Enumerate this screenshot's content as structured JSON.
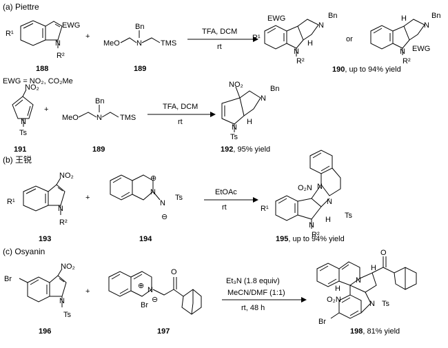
{
  "sections": [
    {
      "title": "(a) Piettre",
      "ewg_note": "EWG = NO₂, CO₂Me",
      "rows": [
        {
          "reactant1": {
            "labels": [
              "EWG",
              "R¹",
              "N",
              "R²"
            ],
            "number": "188"
          },
          "reactant2": {
            "labels": [
              "Bn",
              "MeO",
              "N",
              "TMS"
            ],
            "number": "189"
          },
          "plus": "+",
          "conditions": {
            "above": "TFA, DCM",
            "below": "rt"
          },
          "product": {
            "labels": [
              "EWG",
              "N",
              "Bn",
              "R¹",
              "N",
              "H",
              "R²"
            ],
            "alt_labels": [
              "H",
              "N",
              "Bn",
              "N",
              "EWG",
              "R²"
            ],
            "or": "or",
            "number": "190",
            "yield": ", up to 94% yield"
          }
        },
        {
          "reactant1": {
            "labels": [
              "NO₂",
              "N",
              "Ts"
            ],
            "number": "191"
          },
          "reactant2": {
            "labels": [
              "Bn",
              "MeO",
              "N",
              "TMS"
            ],
            "number": "189"
          },
          "plus": "+",
          "conditions": {
            "above": "TFA, DCM",
            "below": "rt"
          },
          "product": {
            "labels": [
              "NO₂",
              "N",
              "Bn",
              "N",
              "H",
              "Ts"
            ],
            "number": "192",
            "yield": ", 95% yield"
          }
        }
      ]
    },
    {
      "title": "(b) 王锐",
      "rows": [
        {
          "reactant1": {
            "labels": [
              "NO₂",
              "R¹",
              "N",
              "R²"
            ],
            "number": "193"
          },
          "reactant2": {
            "labels": [
              "⊕",
              "N",
              "N",
              "Ts",
              "⊖"
            ],
            "number": "194"
          },
          "plus": "+",
          "conditions": {
            "above": "EtOAc",
            "below": "rt"
          },
          "product": {
            "labels": [
              "O₂N",
              "N",
              "N",
              "Ts",
              "R¹",
              "N",
              "H",
              "R²"
            ],
            "number": "195",
            "yield": ", up to 94% yield"
          }
        }
      ]
    },
    {
      "title": "(c) Osyanin",
      "rows": [
        {
          "reactant1": {
            "labels": [
              "NO₂",
              "Br",
              "N",
              "Ts"
            ],
            "number": "196"
          },
          "reactant2": {
            "labels": [
              "O",
              "N",
              "⊕",
              "Br",
              "⊖"
            ],
            "number": "197"
          },
          "plus": "+",
          "conditions": {
            "lines": [
              "Et₃N (1.8 equiv)",
              "MeCN/DMF (1:1)",
              "rt, 48 h"
            ]
          },
          "product": {
            "labels": [
              "O",
              "N",
              "H",
              "H",
              "O₂N",
              "N",
              "Ts",
              "Br"
            ],
            "number": "198",
            "yield": ", 81% yield"
          }
        }
      ]
    }
  ]
}
